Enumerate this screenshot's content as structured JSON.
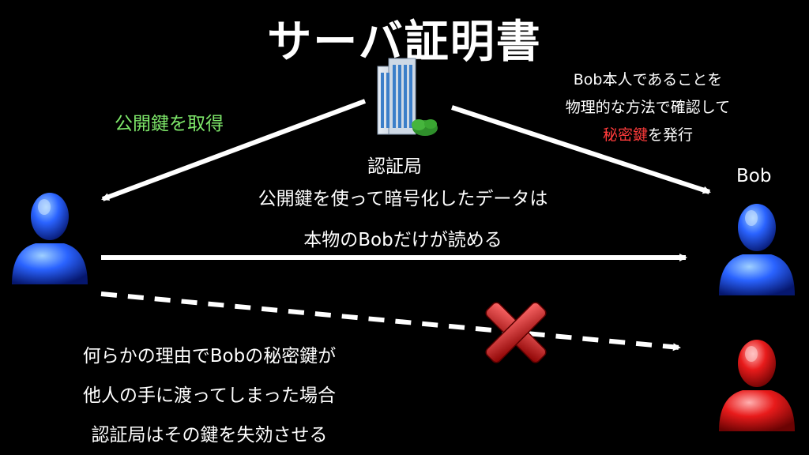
{
  "title": "サーバ証明書",
  "labels": {
    "ca": "認証局",
    "get_public_key": "公開鍵を取得",
    "bob_name": "Bob",
    "bob_note": [
      "Bob本人であることを",
      "物理的な方法で確認して"
    ],
    "bob_note_issue": {
      "key": "秘密鍵",
      "rest": "を発行"
    },
    "encrypted_msg": [
      "公開鍵を使って暗号化したデータは",
      "本物のBobだけが読める"
    ],
    "leak_note": [
      "何らかの理由でBobの秘密鍵が",
      "他人の手に渡ってしまった場合",
      "認証局はその鍵を失効させる"
    ]
  },
  "colors": {
    "green_text": "#7ee86a",
    "red_text": "#ff3b3b",
    "user_blue": "#1a4fff",
    "user_red": "#e01515",
    "cross_red": "#d40f0f"
  },
  "icons": {
    "ca": "office-building-icon",
    "alice": "user-icon",
    "bob": "user-icon",
    "attacker": "user-icon",
    "revoked": "red-x-icon"
  }
}
